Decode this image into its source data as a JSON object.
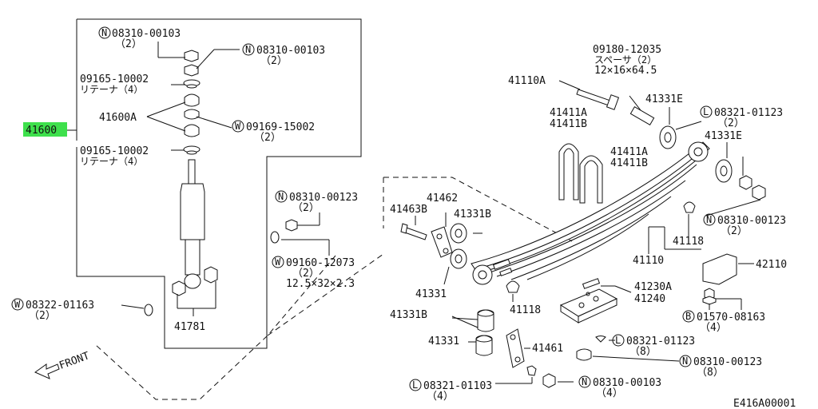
{
  "highlight_color": "#3ee04c",
  "labels": {
    "p41600": "41600",
    "p41600A": "41600A",
    "n08310_00103_a": "08310-00103",
    "n08310_00103_a_q": "（2）",
    "n08310_00103_b": "08310-00103",
    "n08310_00103_b_q": "（2）",
    "r09165_a": "09165-10002",
    "r09165_a_sub": "リテーナ（4）",
    "w09169": "09169-15002",
    "w09169_q": "（2）",
    "r09165_b": "09165-10002",
    "r09165_b_sub": "リテーナ（4）",
    "n08310_00123_a": "08310-00123",
    "n08310_00123_a_q": "（2）",
    "w09160": "09160-12073",
    "w09160_q": "（2）",
    "w09160_dim": "12.5×32×2.3",
    "w08322": "08322-01163",
    "w08322_q": "（2）",
    "p41781": "41781",
    "front": "FRONT",
    "p41110A": "41110A",
    "s09180": "09180-12035",
    "s09180_sub": "スペーサ（2）",
    "s09180_dim": "12×16×64.5",
    "p41331E_a": "41331E",
    "l08321_a": "08321-01123",
    "l08321_a_q": "（2）",
    "p41331E_b": "41331E",
    "p41411A_a": "41411A",
    "p41411B_a": "41411B",
    "p41411A_b": "41411A",
    "p41411B_b": "41411B",
    "p41462": "41462",
    "p41463B": "41463B",
    "p41331B_a": "41331B",
    "n08310_00123_b": "08310-00123",
    "n08310_00123_b_q": "（2）",
    "p41118_a": "41118",
    "p41110": "41110",
    "p42110": "42110",
    "p41331_a": "41331",
    "p41230A": "41230A",
    "p41240": "41240",
    "p41118_b": "41118",
    "b01570": "01570-08163",
    "b01570_q": "（4）",
    "p41331B_b": "41331B",
    "l08321_b": "08321-01123",
    "l08321_b_q": "（8）",
    "p41331_b": "41331",
    "p41461": "41461",
    "n08310_00123_c": "08310-00123",
    "n08310_00123_c_q": "（8）",
    "l08321_c": "08321-01103",
    "l08321_c_q": "（4）",
    "n08310_00103_c": "08310-00103",
    "n08310_00103_c_q": "（4）",
    "diagram_code": "E416A00001",
    "sym_N": "N",
    "sym_W": "W",
    "sym_L": "L",
    "sym_B": "B"
  }
}
